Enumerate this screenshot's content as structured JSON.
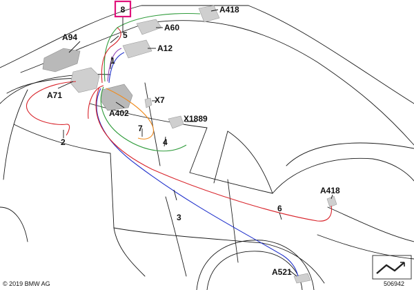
{
  "diagram": {
    "highlight_label": "8",
    "highlight_color": "#e0117a",
    "components": {
      "a418_top": "A418",
      "a60": "A60",
      "a94": "A94",
      "a12": "A12",
      "a71": "A71",
      "x7": "X7",
      "a402": "A402",
      "x1889": "X1889",
      "a418_rear": "A418",
      "a521": "A521"
    },
    "callouts": {
      "c1": "1",
      "c2": "2",
      "c3": "3",
      "c4": "4",
      "c5": "5",
      "c6": "6",
      "c7": "7"
    },
    "wire_colors": {
      "red": "#d8232a",
      "blue": "#2233cc",
      "green": "#2e9b3a",
      "orange": "#f08a1c",
      "purple": "#8a3fb3"
    },
    "copyright": "© 2019 BMW AG",
    "figure_number": "506942",
    "corner_icon": "arrow-turn-icon"
  }
}
